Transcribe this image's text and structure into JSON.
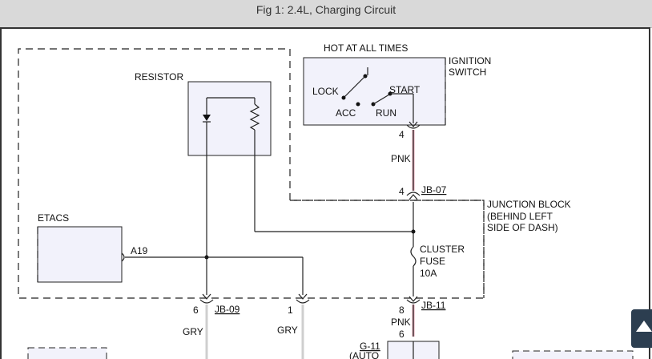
{
  "title": "Fig 1: 2.4L, Charging Circuit",
  "colors": {
    "wire_pink": "#e4a3b3",
    "wire_grey": "#cfcfcf",
    "box_fill": "#f2f2fb",
    "button_dark": "#2c3e50"
  },
  "labels": {
    "hot_at_all_times": "HOT AT ALL TIMES",
    "ignition_switch_1": "IGNITION",
    "ignition_switch_2": "SWITCH",
    "lock": "LOCK",
    "start": "START",
    "acc": "ACC",
    "run": "RUN",
    "resistor": "RESISTOR",
    "etacs": "ETACS",
    "a19": "A19",
    "pin_4_top": "4",
    "pnk_top": "PNK",
    "pin_4_jb": "4",
    "jb07": "JB-07",
    "junction_block_1": "JUNCTION BLOCK",
    "junction_block_2": "(BEHIND LEFT",
    "junction_block_3": "SIDE OF DASH)",
    "cluster": "CLUSTER",
    "fuse": "FUSE",
    "amps": "10A",
    "pin_6": "6",
    "jb09": "JB-09",
    "pin_1": "1",
    "pin_8": "8",
    "jb11": "JB-11",
    "pnk_bottom": "PNK",
    "pin_6_bottom": "6",
    "gry_left": "GRY",
    "gry_right": "GRY",
    "g11": "G-11",
    "auto_partial": "(AUTO"
  }
}
